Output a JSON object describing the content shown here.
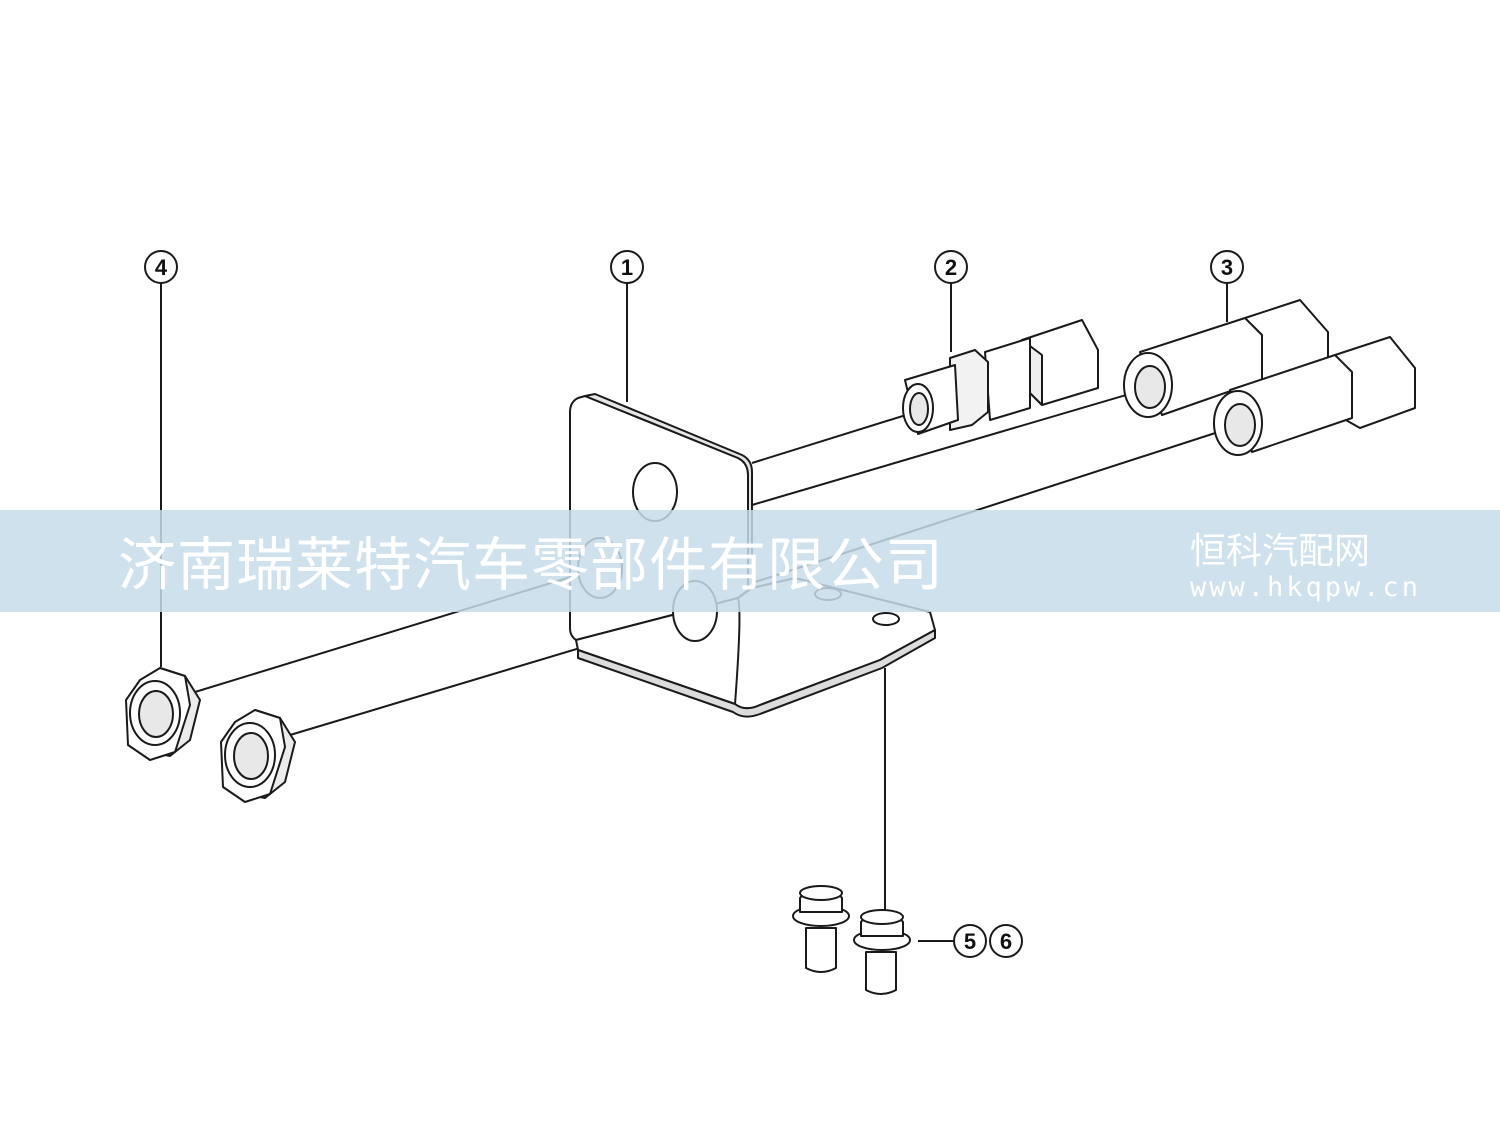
{
  "callouts": {
    "c1": "1",
    "c2": "2",
    "c3": "3",
    "c4": "4",
    "c5": "5",
    "c6": "6"
  },
  "watermark": {
    "company": "济南瑞莱特汽车零部件有限公司",
    "site": "恒科汽配网",
    "url": "www.hkqpw.cn",
    "band_color": "#c5dcea"
  },
  "colors": {
    "line": "#1a1a1a",
    "part_fill": "#ffffff",
    "shade": "#d9d9d9"
  }
}
